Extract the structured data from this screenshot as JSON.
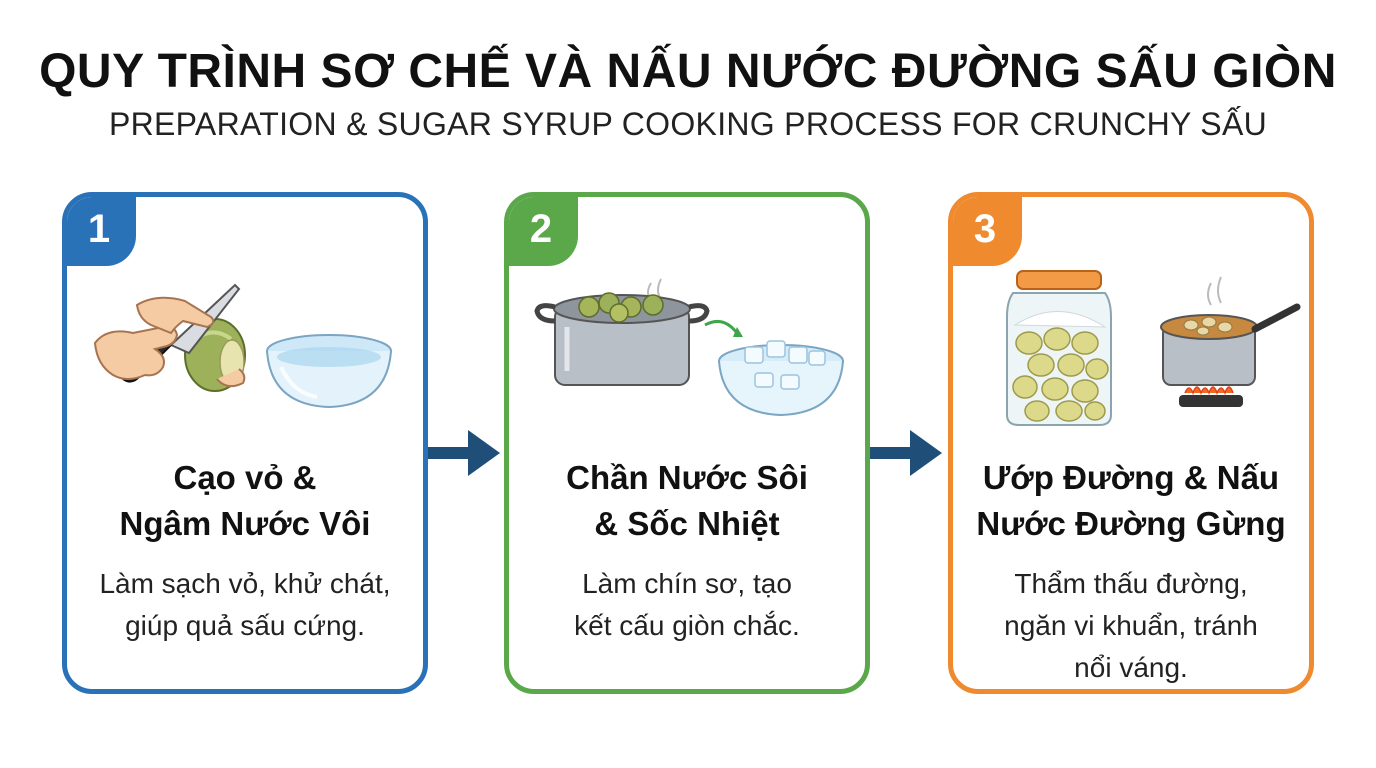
{
  "header": {
    "title": "QUY TRÌNH SƠ CHẾ VÀ NẤU NƯỚC ĐƯỜNG SẤU GIÒN",
    "subtitle": "PREPARATION & SUGAR SYRUP COOKING PROCESS FOR CRUNCHY SẤU"
  },
  "colors": {
    "step1": "#2a72b8",
    "step2": "#5aa84a",
    "step3": "#ef8a2e",
    "arrow": "#1f4e79"
  },
  "steps": [
    {
      "number": "1",
      "title_lines": [
        "Cạo vỏ &",
        "Ngâm Nước Vôi"
      ],
      "desc_lines": [
        "Làm sạch vỏ, khử chát,",
        "giúp quả sấu cứng."
      ],
      "icons": [
        "hand-knife-peeling-icon",
        "water-bowl-icon"
      ]
    },
    {
      "number": "2",
      "title_lines": [
        "Chần Nước Sôi",
        "& Sốc Nhiệt"
      ],
      "desc_lines": [
        "Làm chín sơ, tạo",
        "kết cấu giòn chắc."
      ],
      "icons": [
        "boiling-pot-icon",
        "ice-bowl-icon"
      ]
    },
    {
      "number": "3",
      "title_lines": [
        "Ướp Đường & Nấu",
        "Nước Đường Gừng"
      ],
      "desc_lines": [
        "Thẩm thấu đường,",
        "ngăn vi khuẩn, tránh",
        "nổi váng."
      ],
      "icons": [
        "sugar-jar-icon",
        "saucepan-stove-icon"
      ]
    }
  ]
}
